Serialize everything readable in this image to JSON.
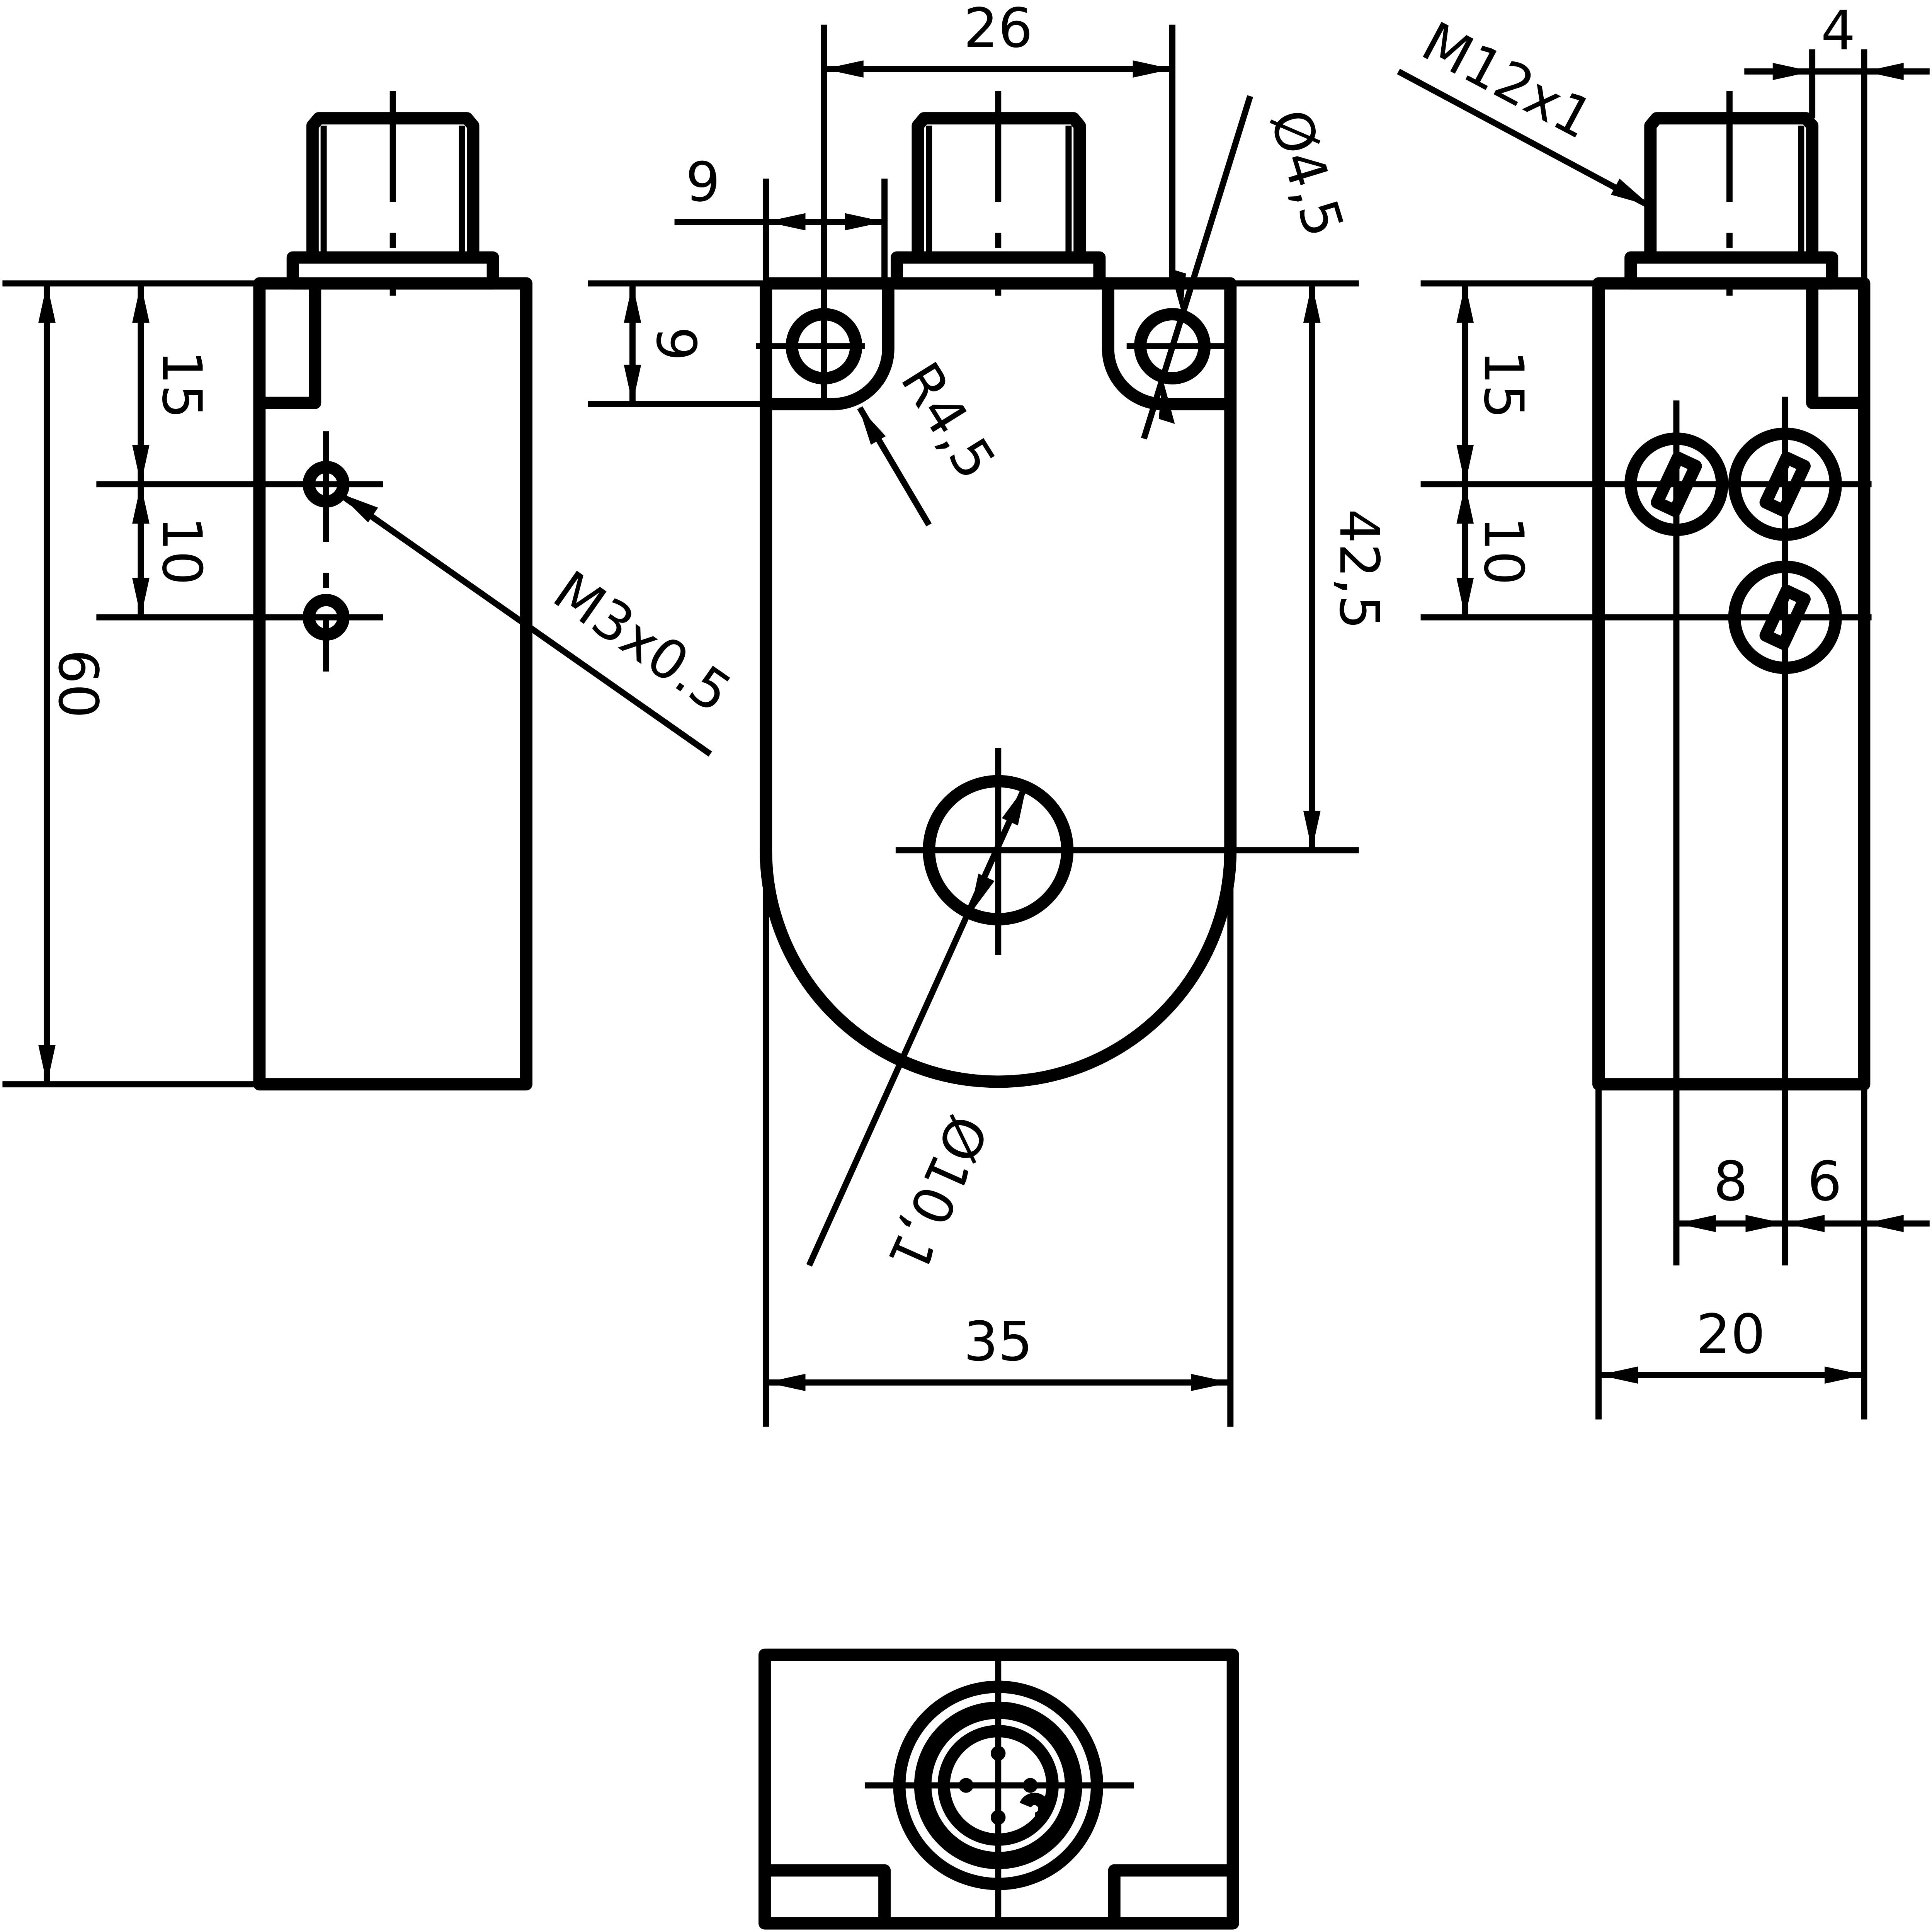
{
  "colors": {
    "line": "#000000",
    "background": "#ffffff"
  },
  "dimensions": {
    "width_26": "26",
    "offset_9": "9",
    "hole_diameter": "Ø4,5",
    "thread_m12": "M12x1",
    "offset_4": "4",
    "height_9": "9",
    "radius_r45": "R4,5",
    "left_15": "15",
    "left_10": "10",
    "left_60": "60",
    "thread_m3": "M3x0.5",
    "height_42_5": "42,5",
    "right_15": "15",
    "right_10": "10",
    "bore_diameter": "Ø10,1",
    "width_35": "35",
    "right_8": "8",
    "right_6": "6",
    "width_20": "20"
  }
}
